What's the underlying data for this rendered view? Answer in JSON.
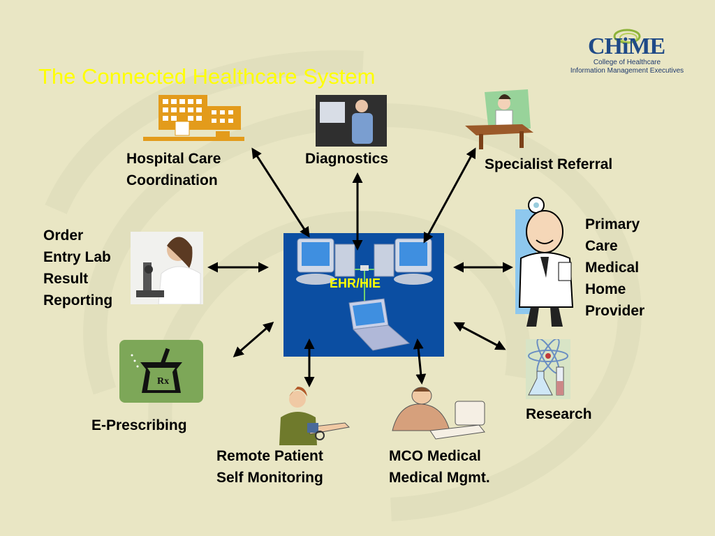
{
  "title": "The Connected Healthcare System",
  "logo": {
    "word": "CHiME",
    "line1": "College of Healthcare",
    "line2": "Information Management Executives"
  },
  "hub": {
    "label": "EHR/HIE"
  },
  "nodes": {
    "hospital": [
      "Hospital Care",
      "Coordination"
    ],
    "diagnostics": [
      "Diagnostics"
    ],
    "specialist": [
      "Specialist Referral"
    ],
    "order": [
      "Order",
      "Entry Lab",
      "Result",
      "Reporting"
    ],
    "pcmh": [
      "Primary",
      "Care",
      "Medical",
      "Home",
      "Provider"
    ],
    "eprescribing": [
      "E-Prescribing"
    ],
    "research": [
      "Research"
    ],
    "remote": [
      "Remote Patient",
      "Self Monitoring"
    ],
    "mco": [
      "MCO Medical",
      "Medical Mgmt."
    ]
  },
  "colors": {
    "background": "#e9e6c4",
    "title": "#ffff00",
    "hub": "#0b4ea2",
    "hub_label": "#ffff00",
    "logo": "#1f4a87",
    "arrow": "#000000"
  }
}
